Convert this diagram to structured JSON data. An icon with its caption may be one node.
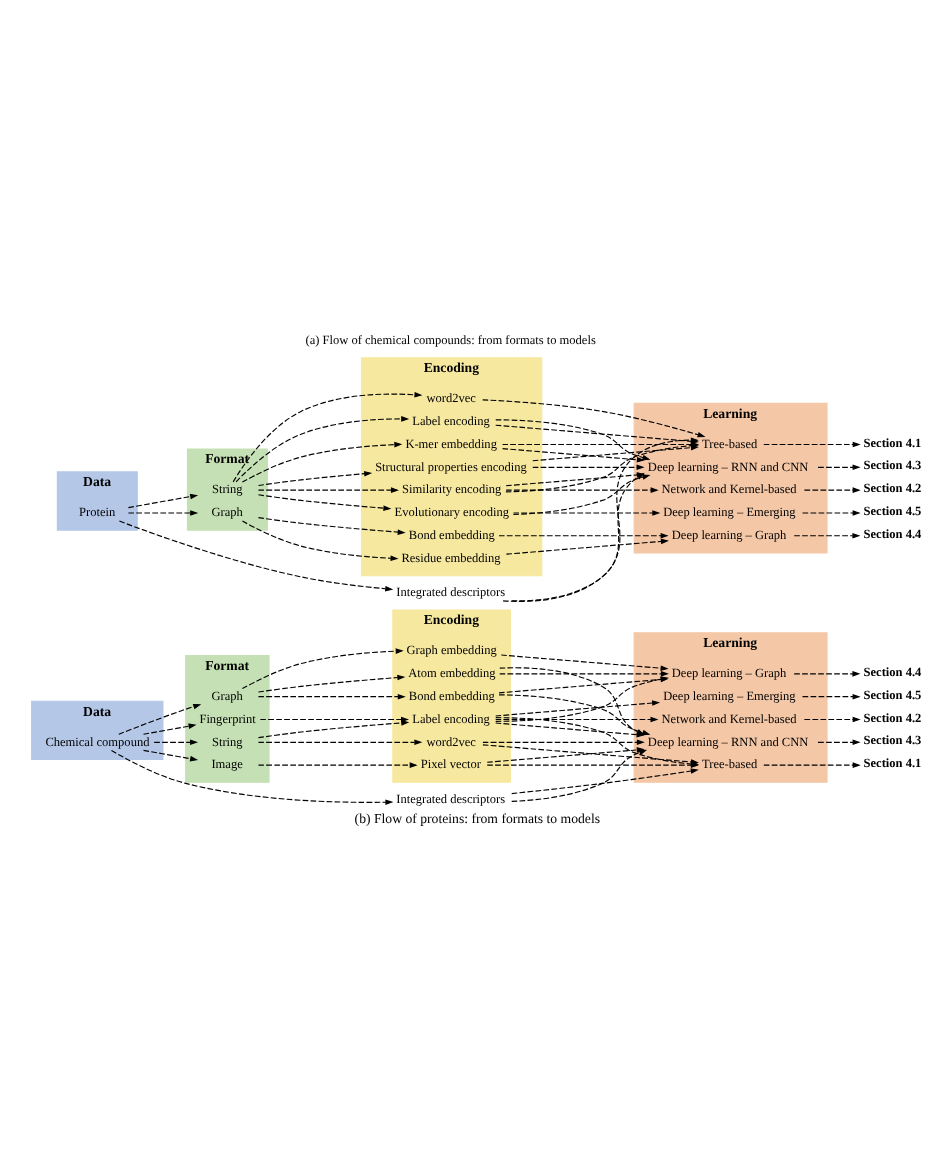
{
  "diagram": {
    "caption": "(b) Flow of proteins: from formats to models",
    "nodes": [
      {
        "text": [
          "Data"
        ]
      },
      {
        "text": [
          "Format"
        ]
      },
      {
        "text": [
          "Encoding"
        ]
      },
      {
        "text": [
          "Learning"
        ]
      },
      {
        "text": [
          "Chemical compound"
        ],
        "in": 0
      },
      {
        "text": [
          "String"
        ],
        "in": 1
      },
      {
        "text": [
          "Fingerprint"
        ],
        "in": 1
      },
      {
        "text": [
          "Graph"
        ],
        "in": 1
      },
      {
        "text": [
          "Image"
        ],
        "in": 1
      },
      {
        "text": [
          "Label encoding"
        ],
        "in": 2
      },
      {
        "text": [
          "word2vec"
        ],
        "in": 2
      },
      {
        "text": [
          "Atom embedding"
        ],
        "in": 2
      },
      {
        "text": [
          "Bond embedding"
        ],
        "in": 2
      },
      {
        "text": [
          "Graph embedding"
        ],
        "in": 2
      },
      {
        "text": [
          "Pixel vector"
        ],
        "in": 2
      },
      {
        "text": [
          "Integrated descriptors"
        ]
      },
      {
        "text": [
          "Tree-based"
        ],
        "in": 3
      },
      {
        "text": [
          "Network and Kernel-based"
        ],
        "in": 3
      },
      {
        "text": [
          "Deep learning – RNN and CNN"
        ],
        "in": 3
      },
      {
        "text": [
          "Deep learning – Graph"
        ],
        "in": 3
      },
      {
        "text": [
          "Deep learning – Emerging"
        ],
        "in": 3
      },
      {
        "text": [
          "Section 4.1"
        ]
      },
      {
        "text": [
          "Section 4.2"
        ]
      },
      {
        "text": [
          "Section 4.3"
        ]
      },
      {
        "text": [
          "Section 4.4"
        ]
      },
      {
        "text": [
          "Section 4.5"
        ]
      },
      {
        "text": [
          "Data"
        ]
      },
      {
        "text": [
          "Format"
        ]
      },
      {
        "text": [
          "Encoding"
        ]
      },
      {
        "text": [
          "Learning"
        ]
      },
      {
        "text": [
          "Protein"
        ],
        "in": 26
      },
      {
        "text": [
          "String"
        ],
        "in": 27
      },
      {
        "text": [
          "Graph"
        ],
        "in": 27
      },
      {
        "text": [
          "Evolutionary encoding"
        ],
        "in": 28
      },
      {
        "text": [
          "Label encoding"
        ],
        "in": 28
      },
      {
        "text": [
          "Similarity encoding"
        ],
        "in": 28
      },
      {
        "text": [
          "K-mer embedding"
        ],
        "in": 28
      },
      {
        "text": [
          "Structural properties encoding"
        ],
        "in": 28
      },
      {
        "text": [
          "word2vec"
        ],
        "in": 28
      },
      {
        "text": [
          "Residue embedding"
        ],
        "in": 28
      },
      {
        "text": [
          "Bond embedding"
        ],
        "in": 28
      },
      {
        "text": [
          "Integrated descriptors"
        ]
      },
      {
        "text": [
          "Tree-based"
        ],
        "in": 29
      },
      {
        "text": [
          "Network and Kernel-based"
        ],
        "in": 29
      },
      {
        "text": [
          "Deep learning – RNN and CNN"
        ],
        "in": 29
      },
      {
        "text": [
          "Deep learning – Graph"
        ],
        "in": 29
      },
      {
        "text": [
          "Deep learning – Emerging"
        ],
        "in": 29
      },
      {
        "text": [
          "Section 4.1"
        ]
      },
      {
        "text": [
          "Section 4.2"
        ]
      },
      {
        "text": [
          "Section 4.3"
        ]
      },
      {
        "text": [
          "Section 4.4"
        ]
      },
      {
        "text": [
          "Section 4.5"
        ]
      }
    ],
    "edges": [
      {
        "from": 4,
        "to": 5,
        "arrow": "to"
      },
      {
        "from": 4,
        "to": 6,
        "arrow": "to"
      },
      {
        "from": 4,
        "to": 7,
        "arrow": "to"
      },
      {
        "from": 4,
        "to": 8,
        "arrow": "to"
      },
      {
        "from": 4,
        "to": 15,
        "arrow": "to"
      },
      {
        "from": 5,
        "to": 9,
        "arrow": "to"
      },
      {
        "from": 5,
        "to": 10,
        "arrow": "to"
      },
      {
        "from": 6,
        "to": 9,
        "arrow": "to"
      },
      {
        "from": 7,
        "to": 11,
        "arrow": "to"
      },
      {
        "from": 7,
        "to": 12,
        "arrow": "to"
      },
      {
        "from": 7,
        "to": 13,
        "arrow": "to"
      },
      {
        "from": 8,
        "to": 14,
        "arrow": "to"
      },
      {
        "from": 9,
        "to": 16,
        "arrow": "to"
      },
      {
        "from": 9,
        "to": 17,
        "arrow": "to"
      },
      {
        "from": 9,
        "to": 18,
        "arrow": "to"
      },
      {
        "from": 9,
        "to": 19,
        "arrow": "to"
      },
      {
        "from": 9,
        "to": 20,
        "arrow": "to"
      },
      {
        "from": 10,
        "to": 16,
        "arrow": "to"
      },
      {
        "from": 10,
        "to": 18,
        "arrow": "to"
      },
      {
        "from": 11,
        "to": 18,
        "arrow": "to"
      },
      {
        "from": 11,
        "to": 19,
        "arrow": "to"
      },
      {
        "from": 12,
        "to": 18,
        "arrow": "to"
      },
      {
        "from": 12,
        "to": 19,
        "arrow": "to"
      },
      {
        "from": 13,
        "to": 19,
        "arrow": "to"
      },
      {
        "from": 14,
        "to": 16,
        "arrow": "to"
      },
      {
        "from": 14,
        "to": 18,
        "arrow": "to"
      },
      {
        "from": 15,
        "to": 16,
        "arrow": "to"
      },
      {
        "from": 15,
        "to": 18,
        "arrow": "to"
      },
      {
        "from": 16,
        "to": 21,
        "arrow": "to"
      },
      {
        "from": 17,
        "to": 22,
        "arrow": "to"
      },
      {
        "from": 18,
        "to": 23,
        "arrow": "to"
      },
      {
        "from": 19,
        "to": 24,
        "arrow": "to"
      },
      {
        "from": 20,
        "to": 25,
        "arrow": "to"
      },
      {
        "from": 30,
        "to": 31,
        "arrow": "to"
      },
      {
        "from": 30,
        "to": 32,
        "arrow": "to"
      },
      {
        "from": 30,
        "to": 41,
        "arrow": "to"
      },
      {
        "from": 31,
        "to": 33,
        "arrow": "to"
      },
      {
        "from": 31,
        "to": 34,
        "arrow": "to"
      },
      {
        "from": 31,
        "to": 35,
        "arrow": "to"
      },
      {
        "from": 31,
        "to": 36,
        "arrow": "to"
      },
      {
        "from": 31,
        "to": 37,
        "arrow": "to"
      },
      {
        "from": 31,
        "to": 38,
        "arrow": "to"
      },
      {
        "from": 32,
        "to": 39,
        "arrow": "to"
      },
      {
        "from": 32,
        "to": 40,
        "arrow": "to"
      },
      {
        "from": 33,
        "to": 44,
        "arrow": "to"
      },
      {
        "from": 33,
        "to": 46,
        "arrow": "to"
      },
      {
        "from": 34,
        "to": 42,
        "arrow": "to"
      },
      {
        "from": 34,
        "to": 44,
        "arrow": "to"
      },
      {
        "from": 35,
        "to": 42,
        "arrow": "to"
      },
      {
        "from": 35,
        "to": 43,
        "arrow": "to"
      },
      {
        "from": 35,
        "to": 44,
        "arrow": "to"
      },
      {
        "from": 36,
        "to": 42,
        "arrow": "to"
      },
      {
        "from": 36,
        "to": 44,
        "arrow": "to"
      },
      {
        "from": 37,
        "to": 42,
        "arrow": "to"
      },
      {
        "from": 37,
        "to": 44,
        "arrow": "to"
      },
      {
        "from": 38,
        "to": 42,
        "arrow": "to"
      },
      {
        "from": 39,
        "to": 45,
        "arrow": "to"
      },
      {
        "from": 40,
        "to": 45,
        "arrow": "to"
      },
      {
        "from": 41,
        "to": 42,
        "arrow": "to"
      },
      {
        "from": 41,
        "to": 44,
        "arrow": "to"
      },
      {
        "from": 42,
        "to": 47,
        "arrow": "to"
      },
      {
        "from": 43,
        "to": 48,
        "arrow": "to"
      },
      {
        "from": 44,
        "to": 49,
        "arrow": "to"
      },
      {
        "from": 45,
        "to": 50,
        "arrow": "to"
      },
      {
        "from": 46,
        "to": 51,
        "arrow": "to"
      }
    ],
    "labels": [
      "(a) Flow of chemical compounds: from formats to models"
    ]
  }
}
